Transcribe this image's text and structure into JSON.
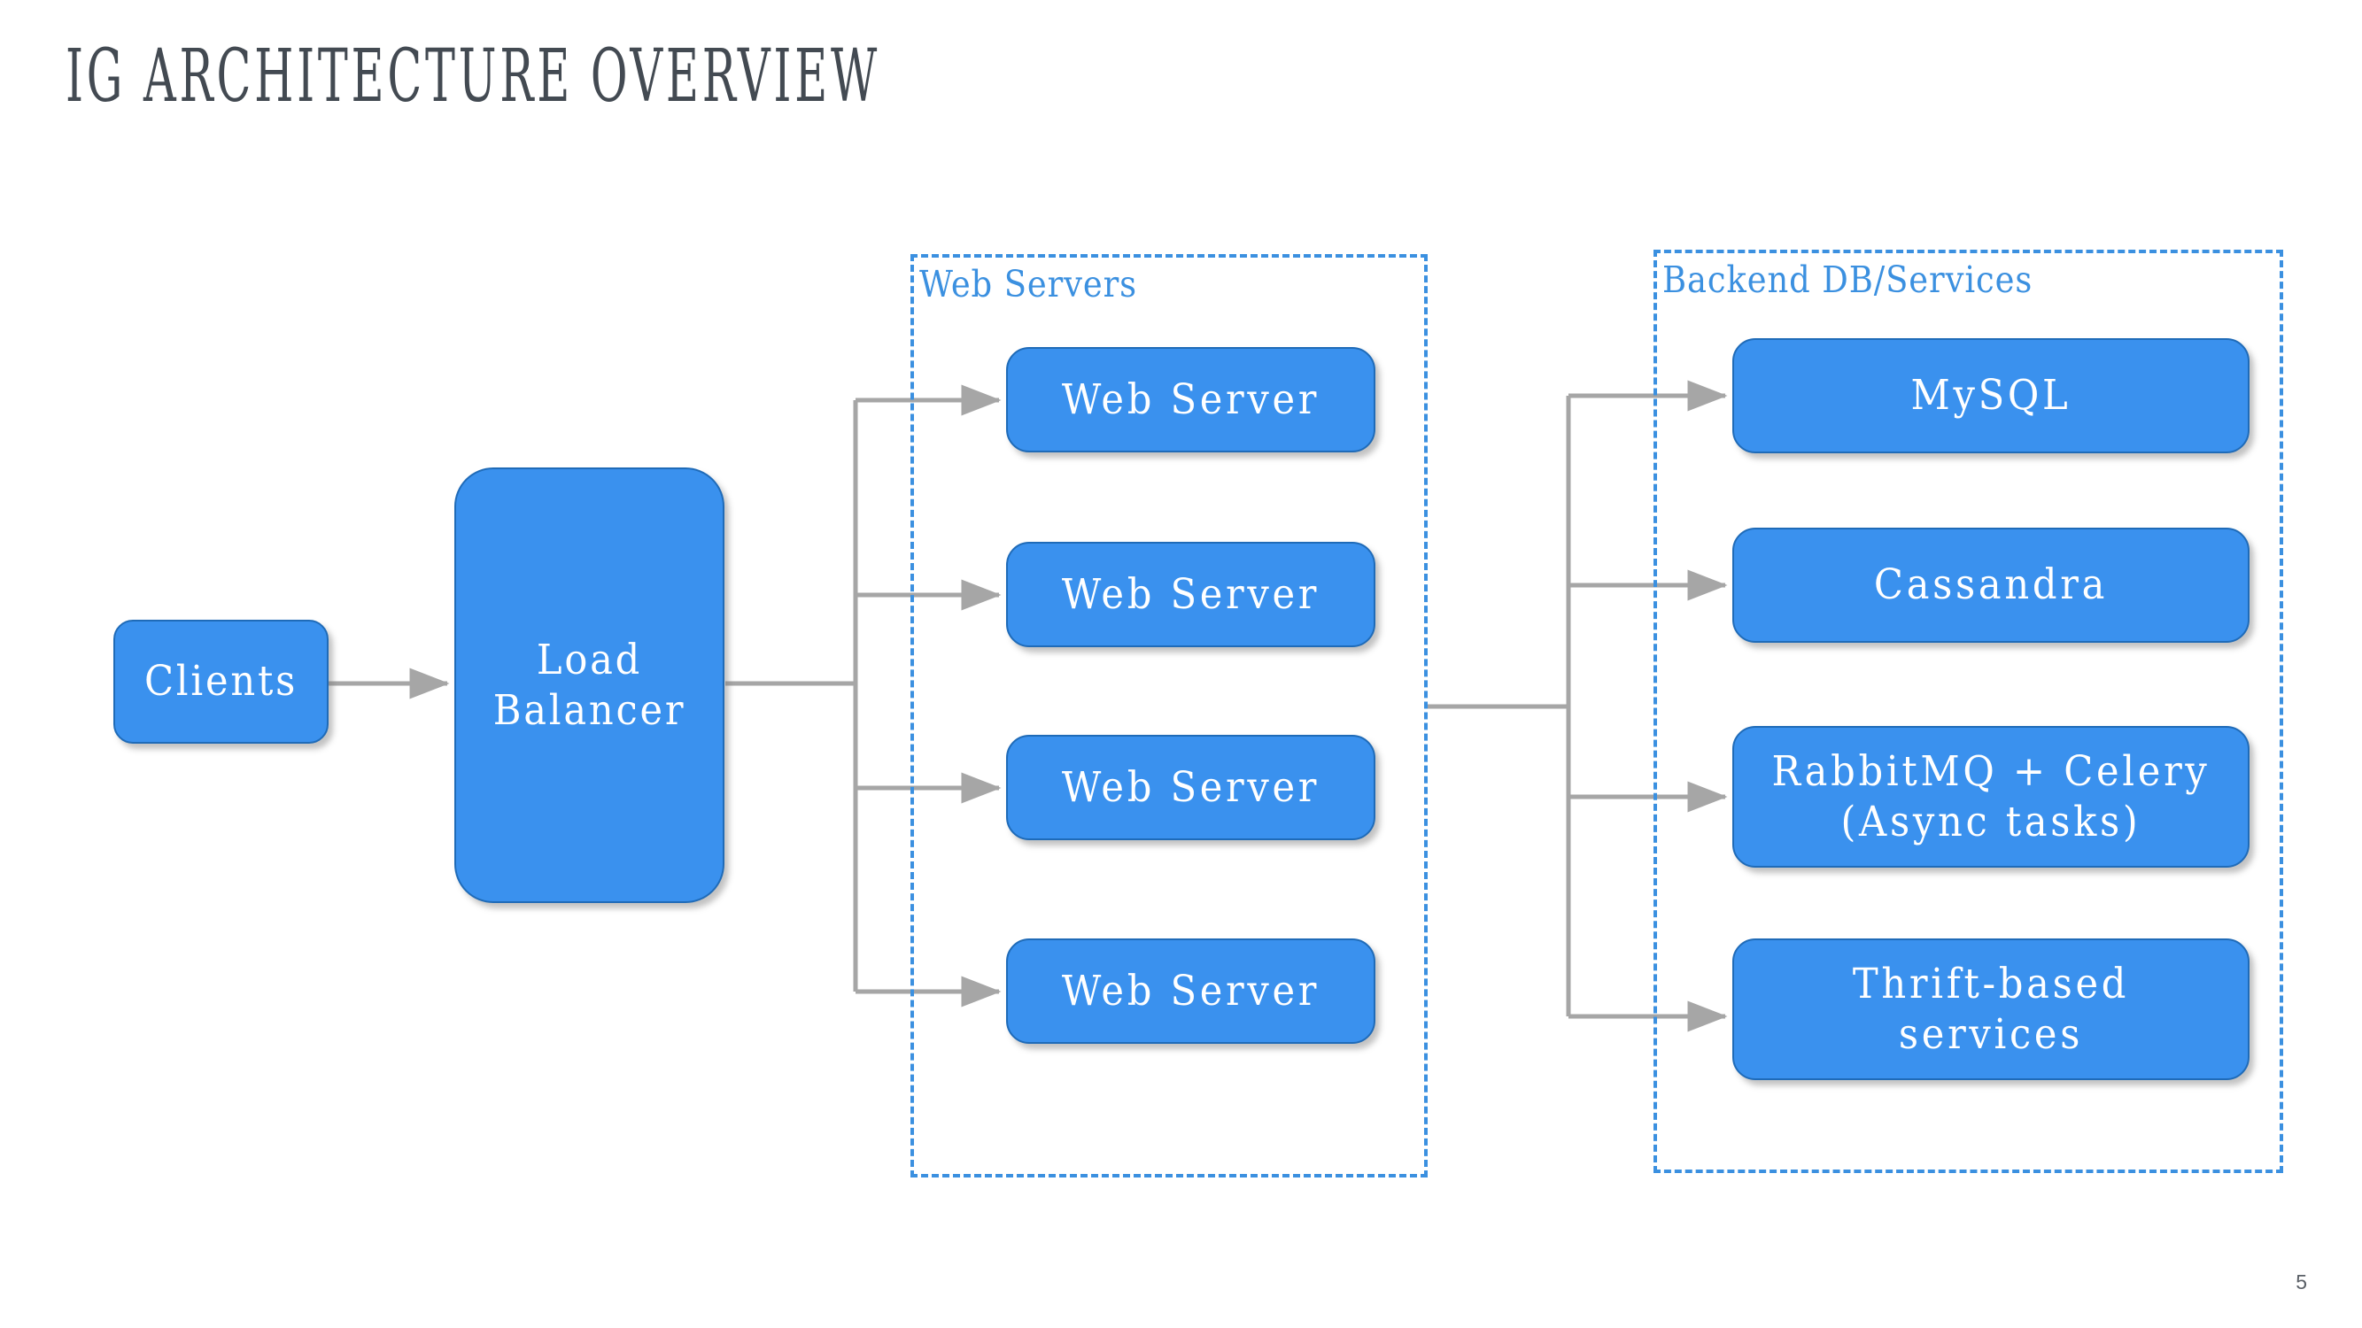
{
  "slide": {
    "title": "IG ARCHITECTURE OVERVIEW",
    "page_number": "5",
    "background_color": "#FFFFFF",
    "title_color": "#434A52"
  },
  "theme": {
    "node_fill": "#3A91EE",
    "node_border": "#1F6BB8",
    "node_text": "#FFFFFF",
    "group_border": "#3B90E0",
    "group_label_color": "#3B90E0",
    "connector_color": "#A6A6A6"
  },
  "nodes": {
    "clients": {
      "label": "Clients"
    },
    "load_balancer": {
      "label": "Load\nBalancer"
    }
  },
  "groups": [
    {
      "name": "web-servers",
      "label": "Web Servers",
      "items": [
        {
          "label": "Web Server"
        },
        {
          "label": "Web Server"
        },
        {
          "label": "Web Server"
        },
        {
          "label": "Web Server"
        }
      ]
    },
    {
      "name": "backend",
      "label": "Backend DB/Services",
      "items": [
        {
          "label": "MySQL"
        },
        {
          "label": "Cassandra"
        },
        {
          "label": "RabbitMQ + Celery\n(Async tasks)"
        },
        {
          "label": "Thrift-based\nservices"
        }
      ]
    }
  ],
  "connections": [
    {
      "from": "clients",
      "to": "load-balancer"
    },
    {
      "from": "load-balancer",
      "to": "web-server-1"
    },
    {
      "from": "load-balancer",
      "to": "web-server-2"
    },
    {
      "from": "load-balancer",
      "to": "web-server-3"
    },
    {
      "from": "load-balancer",
      "to": "web-server-4"
    },
    {
      "from": "web-servers-group",
      "to": "mysql"
    },
    {
      "from": "web-servers-group",
      "to": "cassandra"
    },
    {
      "from": "web-servers-group",
      "to": "rabbitmq-celery"
    },
    {
      "from": "web-servers-group",
      "to": "thrift-based-services"
    }
  ]
}
